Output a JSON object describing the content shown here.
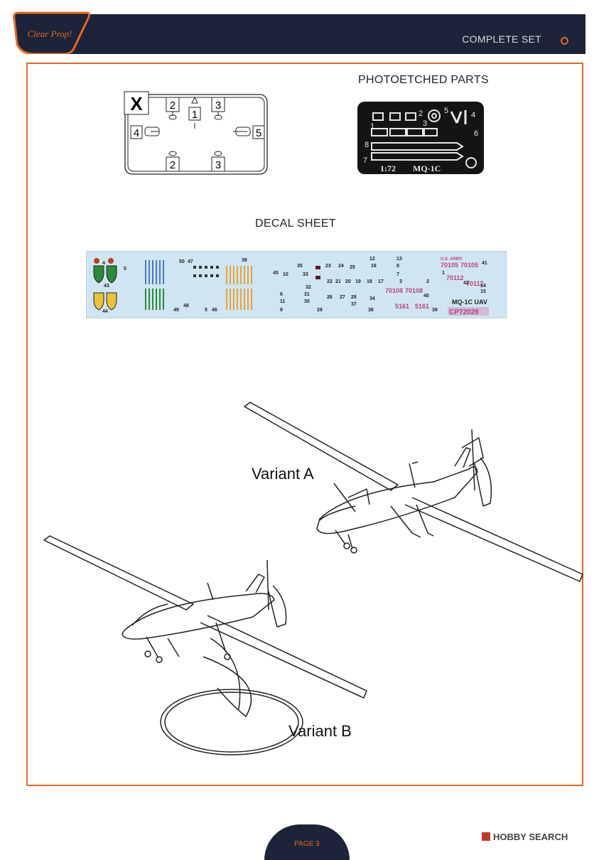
{
  "header": {
    "title": "COMPLETE SET",
    "logo_text": "Clear Prop!"
  },
  "sections": {
    "photoetched": "PHOTOETCHED PARTS",
    "decal": "DECAL SHEET"
  },
  "sprue": {
    "letter": "X",
    "parts": [
      "2",
      "1",
      "3",
      "4",
      "5",
      "2",
      "3"
    ]
  },
  "pe_fret": {
    "scale": "1:72",
    "model": "MQ-1C",
    "numbers": [
      "1",
      "2",
      "3",
      "4",
      "5",
      "6",
      "7",
      "8"
    ]
  },
  "decal_sheet": {
    "code": "CP72028",
    "model": "MQ-1C UAV",
    "serials": [
      "70105",
      "70105",
      "70112",
      "70112",
      "70108",
      "70108",
      "5161",
      "5161"
    ],
    "army_label": "U.S. ARMY",
    "numbers": [
      "50",
      "47",
      "38",
      "35",
      "12",
      "13",
      "4",
      "5",
      "41",
      "45",
      "10",
      "33",
      "23",
      "24",
      "25",
      "16",
      "8",
      "1",
      "42",
      "14",
      "15",
      "6",
      "32",
      "22",
      "21",
      "20",
      "19",
      "18",
      "17",
      "3",
      "2",
      "31",
      "26",
      "27",
      "28",
      "7",
      "40",
      "11",
      "30",
      "37",
      "34",
      "43",
      "49",
      "48",
      "5",
      "46",
      "9",
      "29",
      "36",
      "39",
      "44"
    ]
  },
  "variants": {
    "a": "Variant A",
    "b": "Variant B"
  },
  "footer": {
    "page": "PAGE 3",
    "watermark": "HOBBY SEARCH"
  },
  "colors": {
    "accent": "#e8681f",
    "navy": "#1b2438",
    "decal_bg": "#cfe6f2"
  }
}
